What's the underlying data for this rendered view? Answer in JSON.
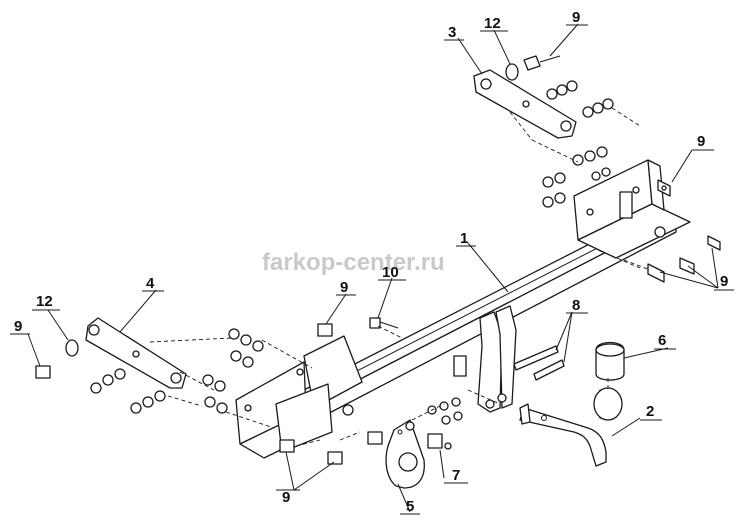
{
  "watermark": "farkop-center.ru",
  "callouts": [
    {
      "id": "c1",
      "label": "1"
    },
    {
      "id": "c2",
      "label": "2"
    },
    {
      "id": "c3",
      "label": "3"
    },
    {
      "id": "c4",
      "label": "4"
    },
    {
      "id": "c5",
      "label": "5"
    },
    {
      "id": "c6",
      "label": "6"
    },
    {
      "id": "c7",
      "label": "7"
    },
    {
      "id": "c8",
      "label": "8"
    },
    {
      "id": "c9a",
      "label": "9"
    },
    {
      "id": "c9b",
      "label": "9"
    },
    {
      "id": "c9c",
      "label": "9"
    },
    {
      "id": "c9d",
      "label": "9"
    },
    {
      "id": "c9e",
      "label": "9"
    },
    {
      "id": "c9f",
      "label": "9"
    },
    {
      "id": "c10",
      "label": "10"
    },
    {
      "id": "c12a",
      "label": "12"
    },
    {
      "id": "c12b",
      "label": "12"
    }
  ],
  "colors": {
    "line": "#1a1a1a",
    "watermark": "#c9c9c9",
    "background": "#ffffff"
  }
}
